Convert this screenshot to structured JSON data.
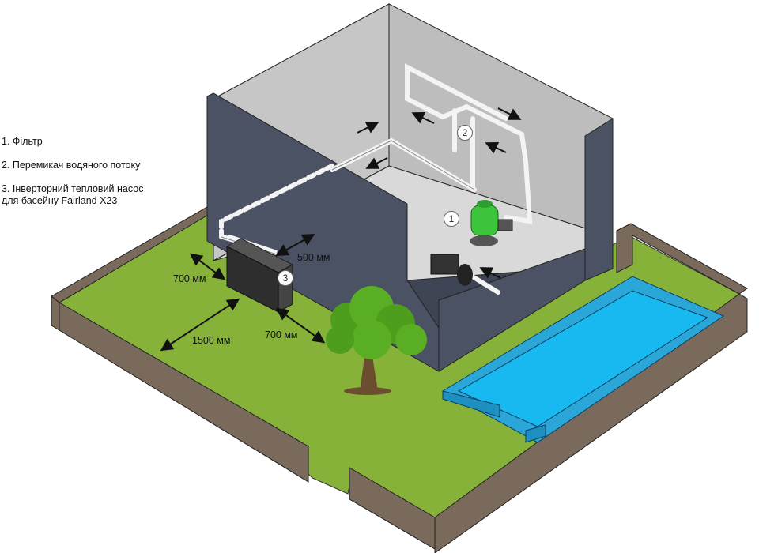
{
  "legend": {
    "item1": "1. Фільтр",
    "item2": "2. Перемикач водяного потоку",
    "item3_line1": "3. Інверторний тепловий насос",
    "item3_line2": "для басейну Fairland X23"
  },
  "dimensions": {
    "wall_gap": "500 мм",
    "side_gap": "700 мм",
    "front_gap": "1500 мм",
    "tree_gap": "700 мм"
  },
  "markers": {
    "filter": "1",
    "flow_switch": "2",
    "heat_pump": "3"
  },
  "colors": {
    "lawn": "#86b23a",
    "fence": "#7a6a5c",
    "house_wall": "#4b5263",
    "interior": "#cfcfcf",
    "pool_water": "#18b8f0",
    "filter": "#3cc43c"
  }
}
